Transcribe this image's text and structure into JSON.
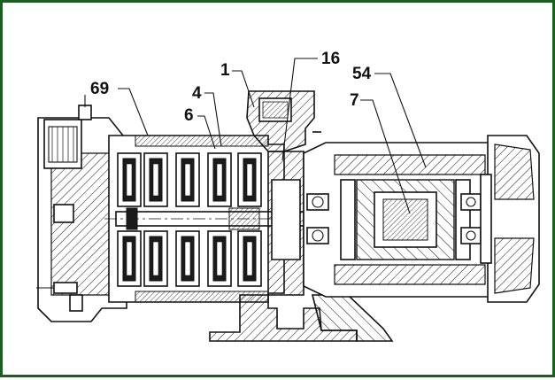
{
  "figure": {
    "callouts": [
      {
        "id": "69",
        "label": "69"
      },
      {
        "id": "4",
        "label": "4"
      },
      {
        "id": "6",
        "label": "6"
      },
      {
        "id": "1",
        "label": "1"
      },
      {
        "id": "16",
        "label": "16"
      },
      {
        "id": "54",
        "label": "54"
      },
      {
        "id": "7",
        "label": "7"
      }
    ],
    "colors": {
      "frame": "#1a5e22",
      "ink": "#111111",
      "background": "#ffffff"
    }
  }
}
